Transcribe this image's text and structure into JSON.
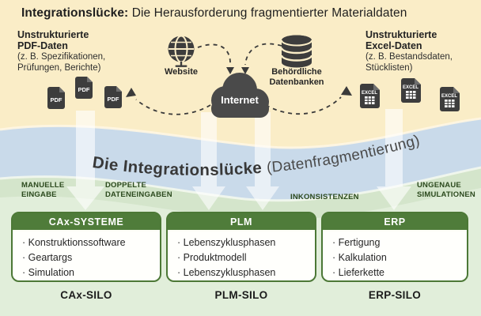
{
  "title": {
    "bold": "Integrationslücke:",
    "rest": " Die Herausforderung fragmentierter Materialdaten"
  },
  "sources": {
    "pdf": {
      "heading": "Unstrukturierte\nPDF-Daten",
      "subtext": "(z. B. Spezifikationen,\nPrüfungen, Berichte)",
      "file_label": "PDF"
    },
    "excel": {
      "heading": "Unstrukturierte\nExcel-Daten",
      "subtext": "(z. B. Bestandsdaten,\nStücklisten)",
      "file_label": "EXCEL"
    },
    "website_label": "Website",
    "database_label": "Behördliche\nDatenbanken",
    "cloud_label": "Internet"
  },
  "band": {
    "bold": "Die Integrationslücke ",
    "light": "(Datenfragmentierung)"
  },
  "risks": [
    {
      "label": "MANUELLE\nEINGABE"
    },
    {
      "label": "DOPPELTE\nDATENEINGABEN"
    },
    {
      "label": "INKONSISTENZEN"
    },
    {
      "label": "UNGENAUE\nSIMULATIONEN"
    }
  ],
  "systems": [
    {
      "title": "CAx-SYSTEME",
      "items": [
        "Konstruktionssoftware",
        "Geartargs",
        "Simulation"
      ],
      "silo": "CAx-SILO"
    },
    {
      "title": "PLM",
      "items": [
        "Lebenszyklusphasen",
        "Produktmodell",
        "Lebenszyklusphasen"
      ],
      "silo": "PLM-SILO"
    },
    {
      "title": "ERP",
      "items": [
        "Fertigung",
        "Kalkulation",
        "Lieferkette"
      ],
      "silo": "ERP-SILO"
    }
  ],
  "colors": {
    "cream": "#FAEDC7",
    "blue_band": "#C9DAEA",
    "green_mid": "#CCDFC1",
    "green_light": "#E1EEDA",
    "box_green": "#4F7C3A",
    "icon_dark": "#3D3D3D",
    "cloud_gray": "#4A4A4A"
  }
}
